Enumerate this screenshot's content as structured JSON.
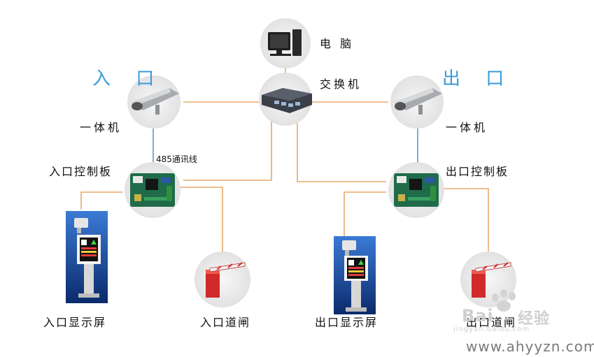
{
  "labels": {
    "computer": "电  脑",
    "switch": "交换机",
    "entry_title": "入 口",
    "exit_title": "出 口",
    "entry_camera": "一体机",
    "exit_camera": "一体机",
    "wire": "485通讯线",
    "entry_board": "入口控制板",
    "exit_board": "出口控制板",
    "entry_display": "入口显示屏",
    "entry_gate": "入口道闸",
    "exit_display": "出口显示屏",
    "exit_gate": "出口道闸"
  },
  "watermark": {
    "logo": "Bai",
    "logo_sub": "经验",
    "domain_small": "jingyan.baidu.com",
    "site": "www.ahyyzn.com"
  },
  "colors": {
    "wire_orange": "#e8a86a",
    "wire_blue": "#4a9fd6",
    "title_blue": "#3a9ad9",
    "bubble": "#e9e9e9"
  },
  "icons": [
    "computer-icon",
    "network-switch-icon",
    "camera-icon",
    "control-board-icon",
    "display-kiosk-icon",
    "barrier-gate-icon"
  ]
}
